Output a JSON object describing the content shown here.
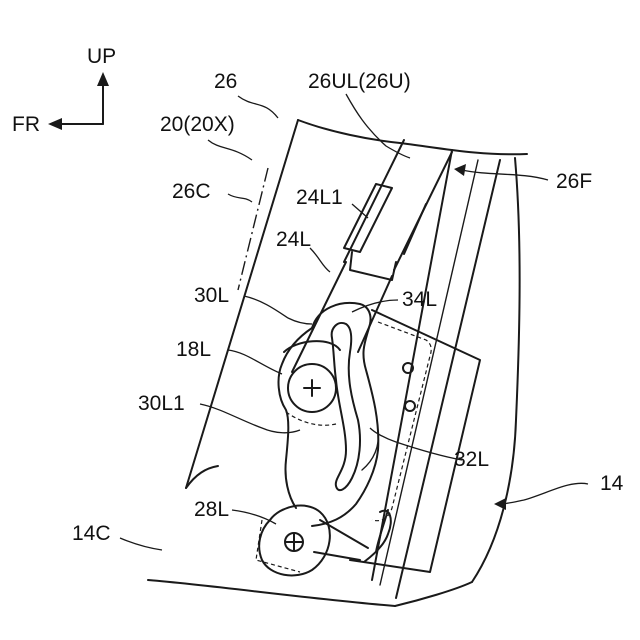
{
  "direction": {
    "up": "UP",
    "front": "FR"
  },
  "labels": {
    "l26": "26",
    "l26ul": "26UL(26U)",
    "l20": "20(20X)",
    "l26f": "26F",
    "l26c": "26C",
    "l24l1": "24L1",
    "l24l": "24L",
    "l30l": "30L",
    "l34l": "34L",
    "l18l": "18L",
    "l30l1": "30L1",
    "l32l": "32L",
    "l14": "14",
    "l28l": "28L",
    "l14c": "14C"
  }
}
